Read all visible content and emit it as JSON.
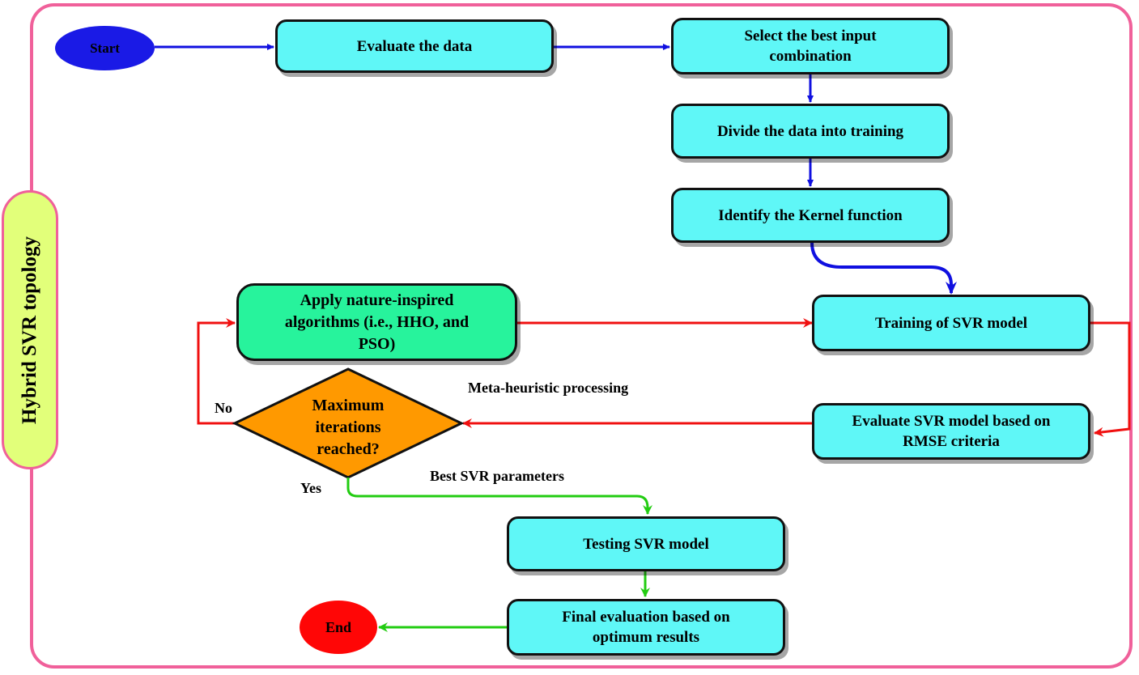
{
  "topology_label": "Hybrid SVR topology",
  "nodes": {
    "start": "Start",
    "evaluate_data": "Evaluate the data",
    "select_input": "Select the best input combination",
    "divide_data": "Divide the data into training",
    "identify_kernel": "Identify the Kernel function",
    "training_svr": "Training of SVR model",
    "evaluate_svr": "Evaluate SVR model based on RMSE criteria",
    "apply_nature": "Apply nature-inspired algorithms (i.e., HHO, and PSO)",
    "max_iterations": "Maximum iterations reached?",
    "testing_svr": "Testing SVR model",
    "final_evaluation": "Final evaluation based on optimum results",
    "end": "End"
  },
  "labels": {
    "meta_heuristic": "Meta-heuristic processing",
    "no": "No",
    "yes": "Yes",
    "best_params": "Best SVR parameters"
  },
  "colors": {
    "frame": "#f0609a",
    "process_box": "#5ff7f7",
    "algorithm_box": "#27f39c",
    "decision": "#ff9900",
    "start": "#1a1ae6",
    "end": "#ff0606",
    "side_pill": "#e2ff7a",
    "arrow_main": "#1010e0",
    "arrow_loop": "#f01010",
    "arrow_result": "#22cc11"
  }
}
